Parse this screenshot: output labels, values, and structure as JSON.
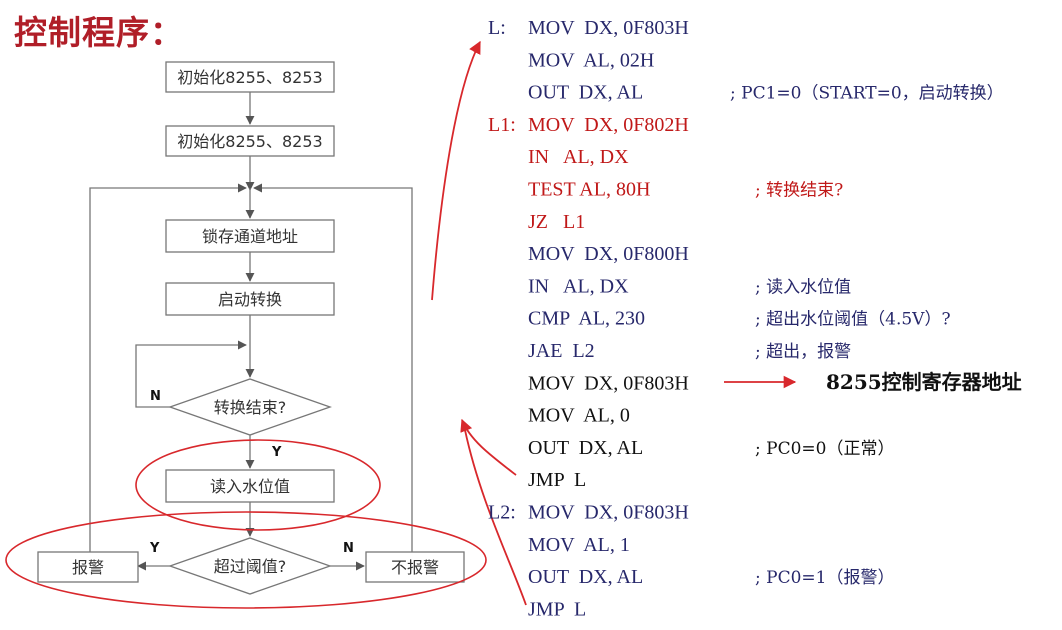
{
  "slide": {
    "title": "控制程序：",
    "flowchart": {
      "init_1": "初始化8255、8253",
      "init_2": "初始化8255、8253",
      "latch": "锁存通道地址",
      "start": "启动转换",
      "decision_end": "转换结束?",
      "read": "读入水位值",
      "decision_exceed": "超过阈值?",
      "alarm": "报警",
      "no_alarm": "不报警",
      "label_N1": "N",
      "label_Y1": "Y",
      "label_Y2": "Y",
      "label_N2": "N"
    },
    "code_lines": [
      {
        "label": "L:",
        "code": "MOV  DX, 0F803H",
        "comment": ""
      },
      {
        "label": "",
        "code": "MOV  AL, 02H",
        "comment": ""
      },
      {
        "label": "",
        "code": "OUT  DX, AL",
        "comment": "; PC1=0（START=0，启动转换）"
      },
      {
        "label": "L1:",
        "code": "MOV  DX, 0F802H",
        "comment": ""
      },
      {
        "label": "",
        "code": "IN   AL, DX",
        "comment": ""
      },
      {
        "label": "",
        "code": "TEST AL, 80H",
        "comment": "; 转换结束?"
      },
      {
        "label": "",
        "code": "JZ   L1",
        "comment": ""
      },
      {
        "label": "",
        "code": "MOV  DX, 0F800H",
        "comment": ""
      },
      {
        "label": "",
        "code": "IN   AL, DX",
        "comment": "; 读入水位值"
      },
      {
        "label": "",
        "code": "CMP  AL, 230",
        "comment": "; 超出水位阈值（4.5V）?"
      },
      {
        "label": "",
        "code": "JAE  L2",
        "comment": "; 超出，报警"
      },
      {
        "label": "",
        "code": "MOV  DX, 0F803H",
        "comment": ""
      },
      {
        "label": "",
        "code": "MOV  AL, 0",
        "comment": ""
      },
      {
        "label": "",
        "code": "OUT  DX, AL",
        "comment": "; PC0=0（正常）"
      },
      {
        "label": "",
        "code": "JMP  L",
        "comment": ""
      },
      {
        "label": "L2:",
        "code": "MOV  DX, 0F803H",
        "comment": ""
      },
      {
        "label": "",
        "code": "MOV  AL, 1",
        "comment": ""
      },
      {
        "label": "",
        "code": "OUT  DX, AL",
        "comment": "; PC0=1（报警）"
      },
      {
        "label": "",
        "code": "JMP  L",
        "comment": ""
      }
    ],
    "annotation": "8255控制寄存器地址",
    "colors": {
      "title": "#b01e28",
      "code_blue": "#27286b",
      "code_red": "#c01818",
      "code_black": "#111111",
      "ellipse": "#d8282c"
    }
  }
}
